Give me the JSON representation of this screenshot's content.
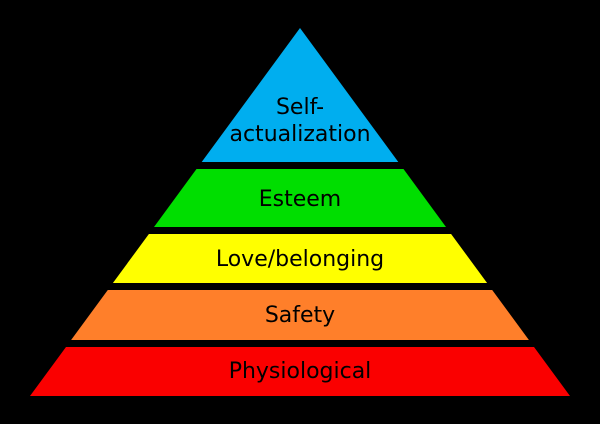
{
  "diagram": {
    "background_color": "#000000",
    "text_color": "#000000",
    "layers": [
      {
        "id": "self-actualization",
        "lines": [
          "Self-",
          "actualization"
        ],
        "color": "#00AEEF"
      },
      {
        "id": "esteem",
        "label": "Esteem",
        "color": "#00DE00"
      },
      {
        "id": "love-belonging",
        "label": "Love/belonging",
        "color": "#FFFF00"
      },
      {
        "id": "safety",
        "label": "Safety",
        "color": "#FF7F2A"
      },
      {
        "id": "physiological",
        "label": "Physiological",
        "color": "#FA0000"
      }
    ]
  }
}
